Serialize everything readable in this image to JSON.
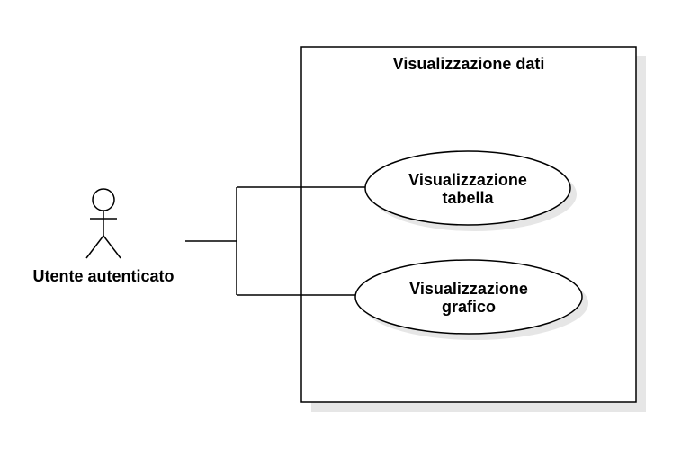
{
  "system": {
    "title": "Visualizzazione dati"
  },
  "actor": {
    "name": "Utente autenticato"
  },
  "use_cases": [
    {
      "line1": "Visualizzazione",
      "line2": "tabella"
    },
    {
      "line1": "Visualizzazione",
      "line2": "grafico"
    }
  ],
  "colors": {
    "stroke": "#000000",
    "shadow": "#e6e6e6",
    "fill": "#ffffff"
  }
}
